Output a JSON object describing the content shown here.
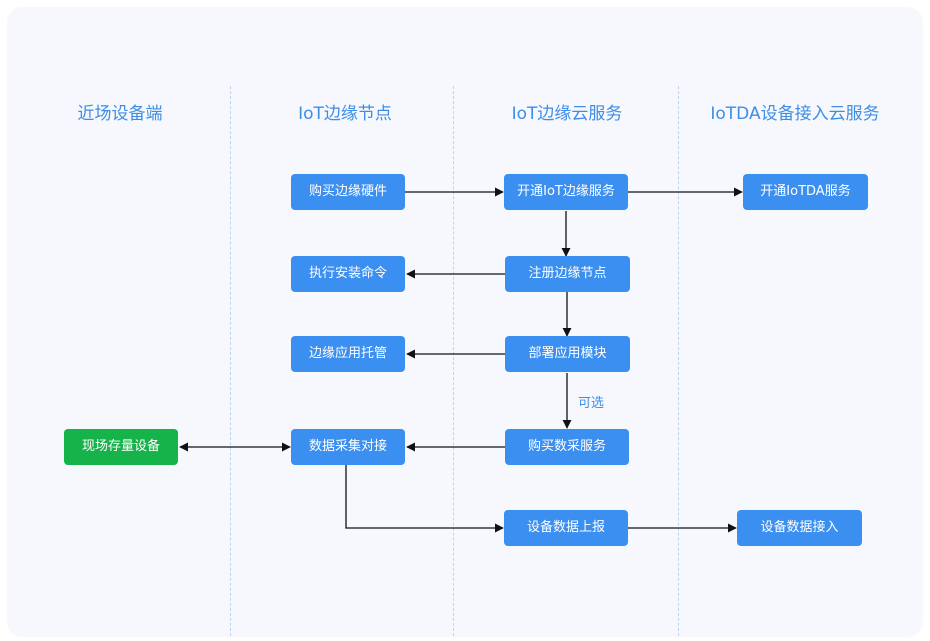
{
  "lanes": [
    {
      "title": "近场设备端"
    },
    {
      "title": "IoT边缘节点"
    },
    {
      "title": "IoT边缘云服务"
    },
    {
      "title": "IoTDA设备接入云服务"
    }
  ],
  "nodes": {
    "buy_edge_hardware": "购买边缘硬件",
    "enable_iot_edge": "开通IoT边缘服务",
    "enable_iotda": "开通IoTDA服务",
    "run_install": "执行安装命令",
    "register_edge_node": "注册边缘节点",
    "edge_app_hosting": "边缘应用托管",
    "deploy_app_module": "部署应用模块",
    "onsite_storage_device": "现场存量设备",
    "data_collection": "数据采集对接",
    "buy_data_collection": "购买数采服务",
    "device_data_report": "设备数据上报",
    "device_data_access": "设备数据接入"
  },
  "edge_labels": {
    "optional": "可选"
  },
  "colors": {
    "lane_title": "#3e8de6",
    "node_blue": "#3b8ff0",
    "node_green": "#16b24a",
    "arrow": "#111111",
    "divider": "#bcd4ee",
    "panel": "#f6f8fd"
  }
}
